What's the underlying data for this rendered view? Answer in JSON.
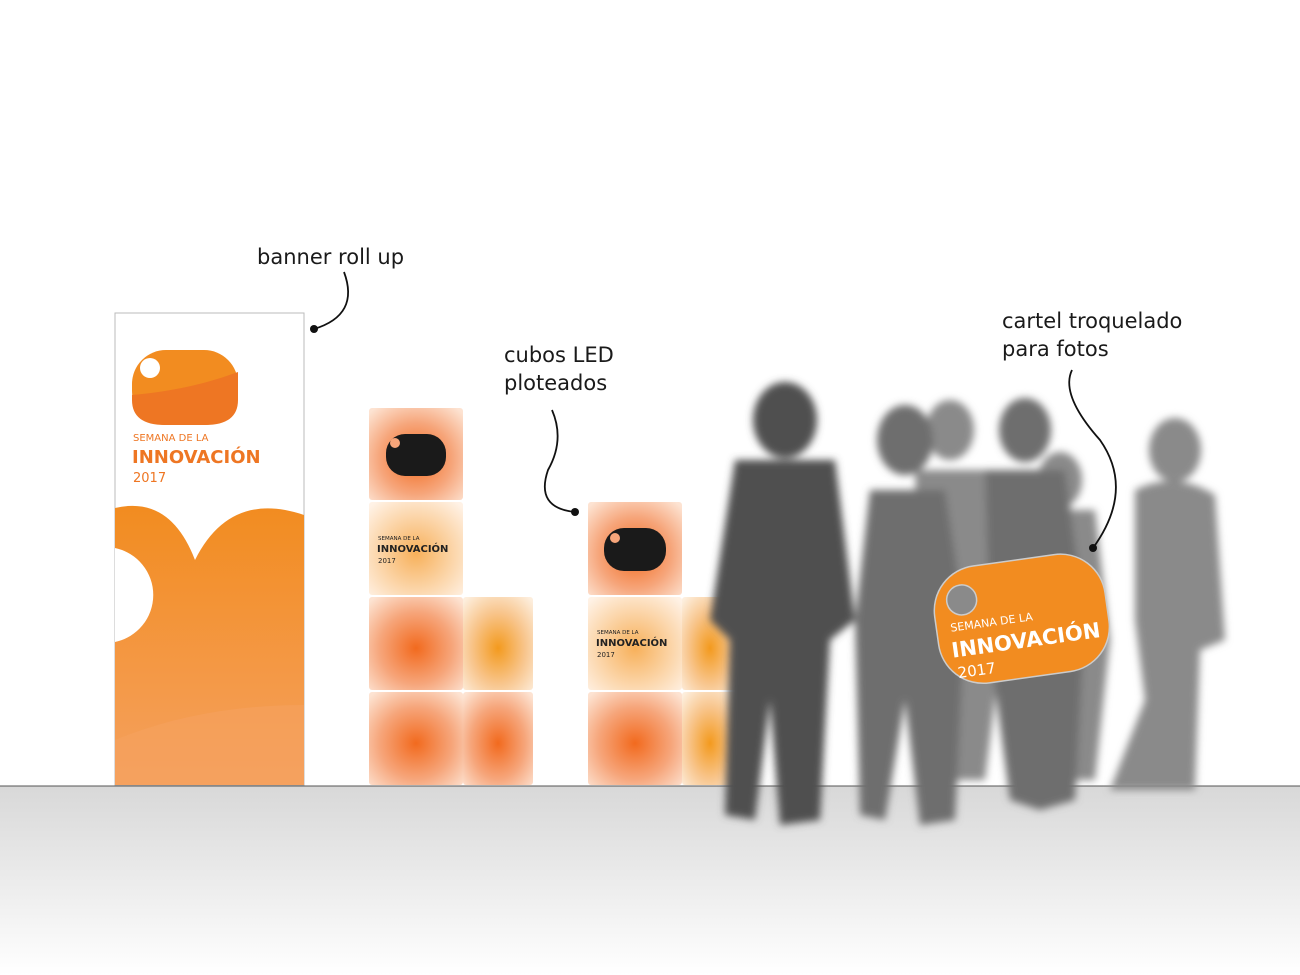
{
  "labels": {
    "banner": "banner roll up",
    "cubes_line1": "cubos LED",
    "cubes_line2": "ploteados",
    "cartel_line1": "cartel troquelado",
    "cartel_line2": "para fotos"
  },
  "logo": {
    "line1": "SEMANA DE LA",
    "line2": "INNOVACIÓN",
    "line3": "2017"
  },
  "colors": {
    "orange": "#f28c20",
    "dark_orange": "#ee7623",
    "silhouette": "#555555",
    "floor": "#dcdcdc"
  }
}
